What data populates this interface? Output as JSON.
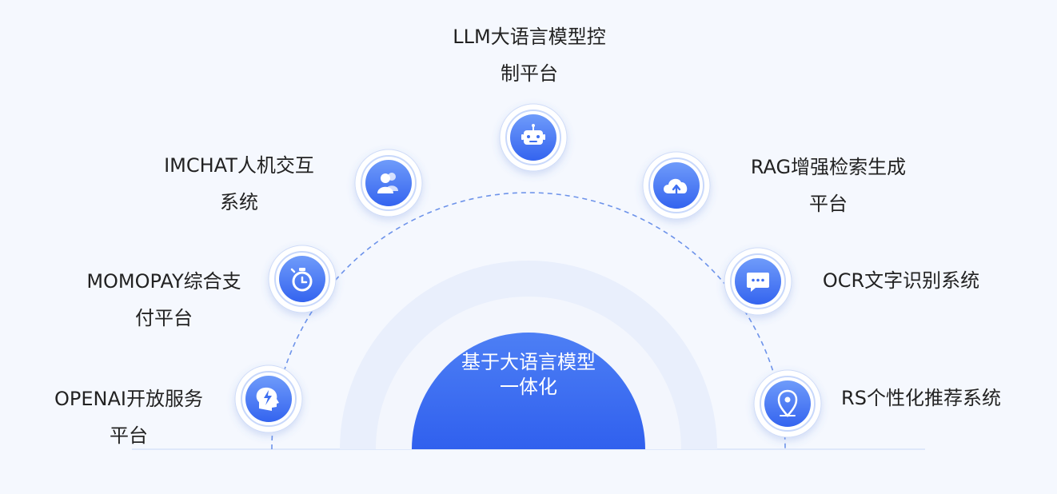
{
  "center": {
    "line1": "基于大语言模型",
    "line2": "一体化"
  },
  "nodes": [
    {
      "key": "openai",
      "icon": "head-lightning-icon",
      "line1": "OPENAI开放服务",
      "line2": "平台"
    },
    {
      "key": "momopay",
      "icon": "stopwatch-icon",
      "line1": "MOMOPAY综合支",
      "line2": "付平台"
    },
    {
      "key": "imchat",
      "icon": "users-icon",
      "line1": "IMCHAT人机交互",
      "line2": "系统"
    },
    {
      "key": "llm",
      "icon": "robot-icon",
      "line1": "LLM大语言模型控",
      "line2": "制平台"
    },
    {
      "key": "rag",
      "icon": "cloud-upload-icon",
      "line1": "RAG增强检索生成",
      "line2": "平台"
    },
    {
      "key": "ocr",
      "icon": "chat-bubble-icon",
      "line1": "OCR文字识别系统",
      "line2": ""
    },
    {
      "key": "rs",
      "icon": "location-pin-icon",
      "line1": "RS个性化推荐系统",
      "line2": ""
    }
  ],
  "colors": {
    "accent": "#3a6cf0",
    "accent_light": "#6b96f8",
    "ring_outer": "#e8eefb",
    "ring_inner": "#f4f7fe",
    "dash": "#6d93ea"
  }
}
